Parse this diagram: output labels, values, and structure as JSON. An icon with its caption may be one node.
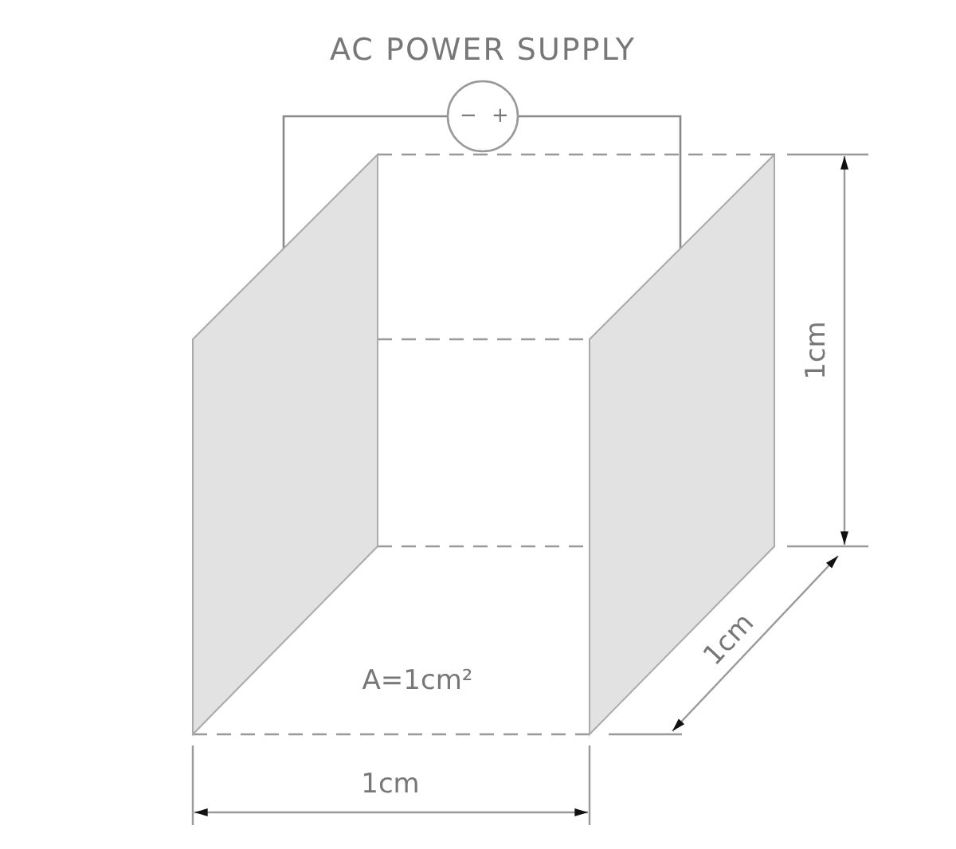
{
  "diagram": {
    "nodes": [
      {
        "text": [
          "AC POWER SUPPLY",
          "−",
          "+"
        ]
      },
      {
        "text": [],
        "shape": "box"
      },
      {
        "text": [],
        "shape": "box"
      }
    ],
    "edges": [
      {
        "from": 0,
        "to": 1,
        "arrow": "none"
      },
      {
        "from": 0,
        "to": 2,
        "arrow": "none"
      }
    ],
    "labels": [
      "1cm",
      "1cm",
      "A=1cm²",
      "1cm"
    ]
  }
}
